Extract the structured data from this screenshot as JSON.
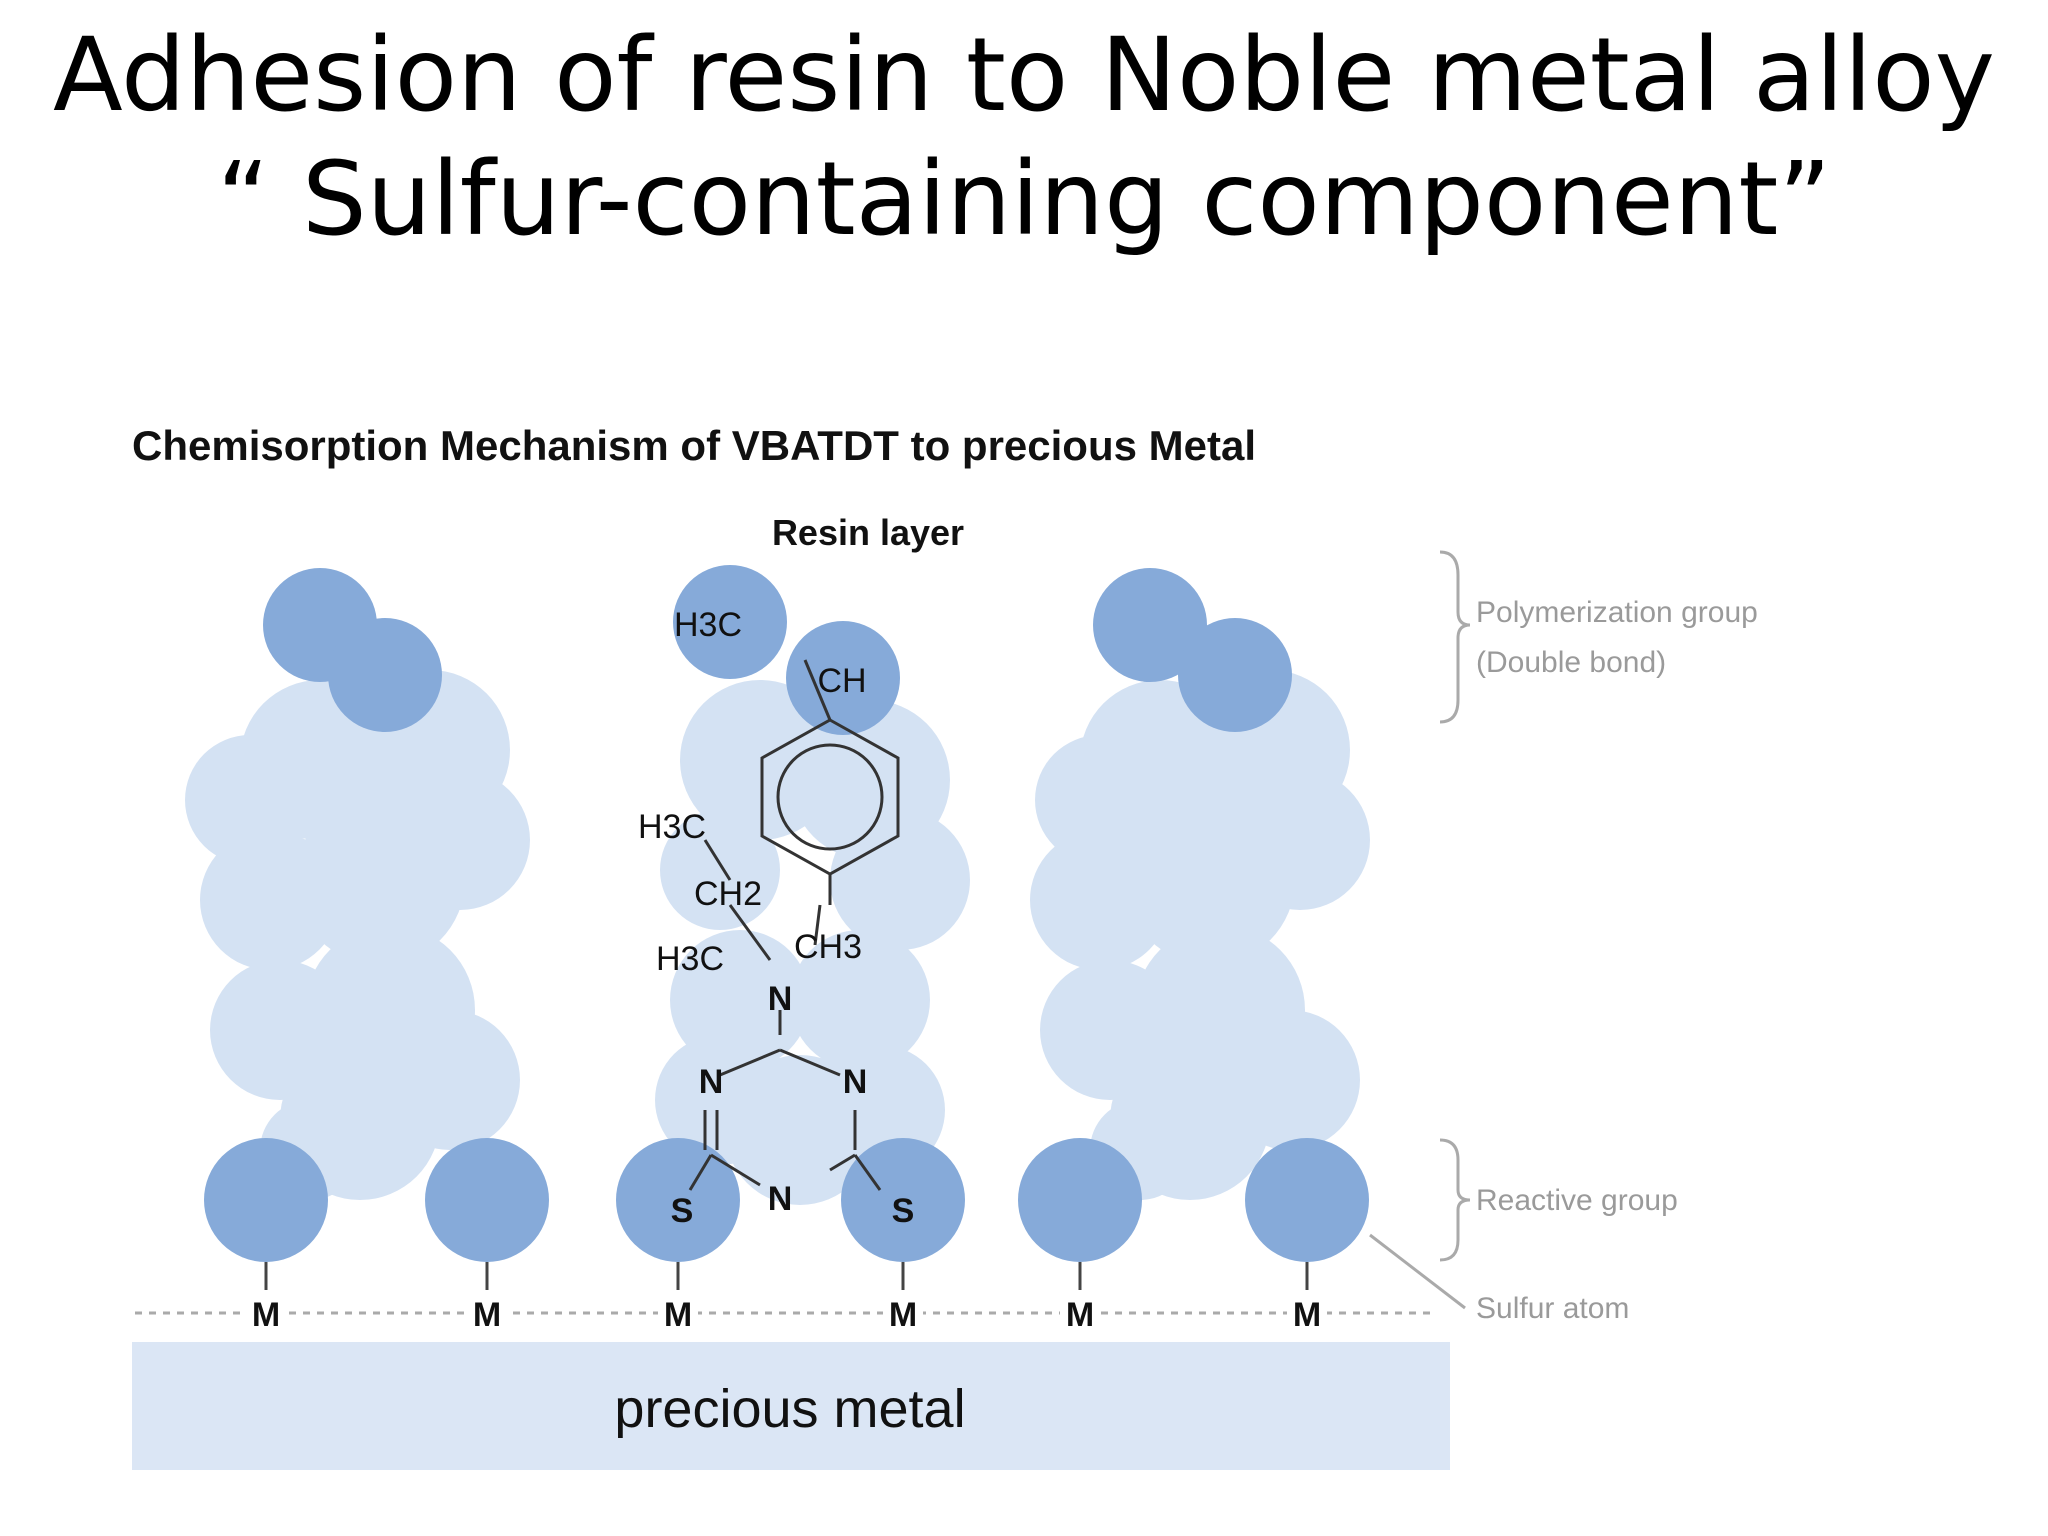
{
  "slide": {
    "title_line1": "Adhesion of resin to Noble metal alloy",
    "title_line2": "“ Sulfur-containing component”"
  },
  "diagram": {
    "heading": "Chemisorption Mechanism of VBATDT to precious Metal",
    "resin_layer": "Resin layer",
    "atoms": {
      "h3c_top": "H3C",
      "ch_top": "CH",
      "h3c_mid": "H3C",
      "ch2": "CH2",
      "h3c_low": "H3C",
      "ch3": "CH3",
      "n_amine": "N",
      "n_left": "N",
      "n_right": "N",
      "n_center": "N",
      "s_left": "S",
      "s_right": "S"
    },
    "metal_symbol": "M",
    "metal_labels": [
      "M",
      "M",
      "M",
      "M",
      "M",
      "M"
    ],
    "legend": {
      "polymerization_line1": "Polymerization group",
      "polymerization_line2": "(Double bond)",
      "reactive_group": "Reactive group",
      "sulfur_atom": "Sulfur atom"
    },
    "substrate": "precious metal"
  },
  "colors": {
    "light_blue": "#d4e2f3",
    "medium_blue": "#86aad9",
    "substrate_blue": "#dbe6f5",
    "legend_gray": "#9a9a9a"
  }
}
